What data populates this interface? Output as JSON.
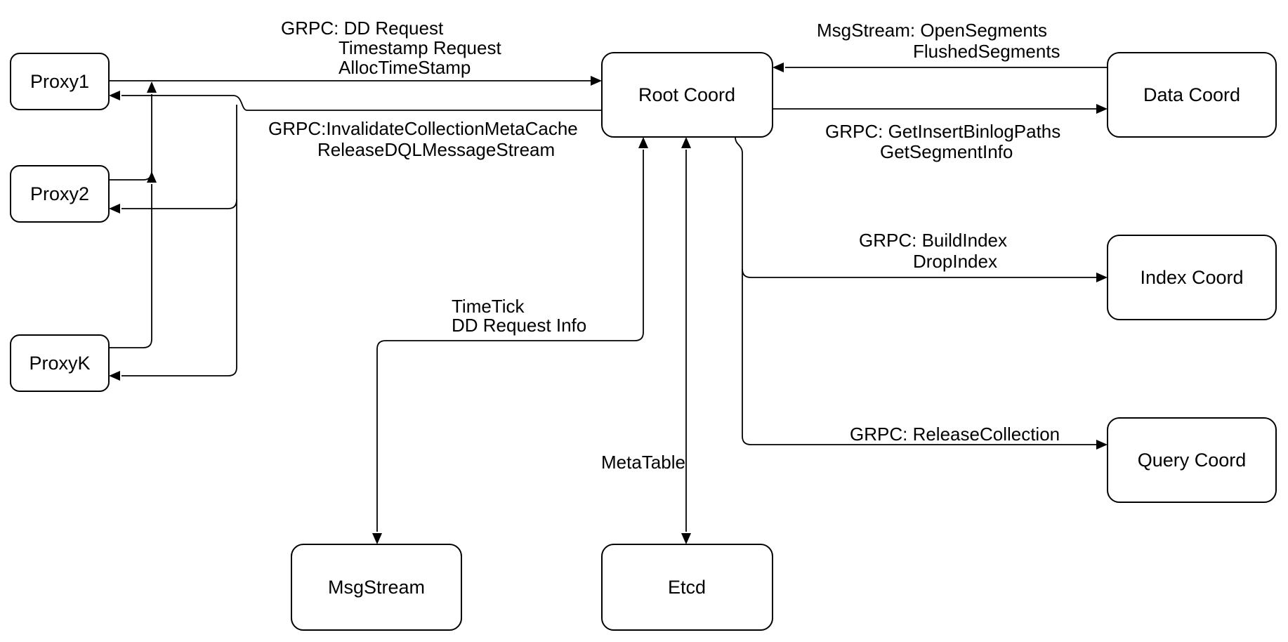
{
  "diagram": {
    "nodes": {
      "proxy1": "Proxy1",
      "proxy2": "Proxy2",
      "proxyk": "ProxyK",
      "root_coord": "Root Coord",
      "data_coord": "Data Coord",
      "index_coord": "Index Coord",
      "query_coord": "Query Coord",
      "msgstream": "MsgStream",
      "etcd": "Etcd"
    },
    "edge_labels": {
      "proxy_to_root": [
        "GRPC: DD Request",
        "Timestamp Request",
        "AllocTimeStamp"
      ],
      "root_to_proxy": [
        "GRPC:InvalidateCollectionMetaCache",
        "ReleaseDQLMessageStream"
      ],
      "data_to_root": [
        "MsgStream: OpenSegments",
        "FlushedSegments"
      ],
      "root_to_data": [
        "GRPC: GetInsertBinlogPaths",
        "GetSegmentInfo"
      ],
      "root_to_index": [
        "GRPC: BuildIndex",
        "DropIndex"
      ],
      "root_to_query": [
        "GRPC: ReleaseCollection"
      ],
      "root_to_msgstream": [
        "TimeTick",
        "DD Request Info"
      ],
      "root_to_etcd": [
        "MetaTable"
      ]
    },
    "colors": {
      "stroke": "#000000",
      "node_fill": "#ffffff",
      "background": "#ffffff"
    }
  }
}
